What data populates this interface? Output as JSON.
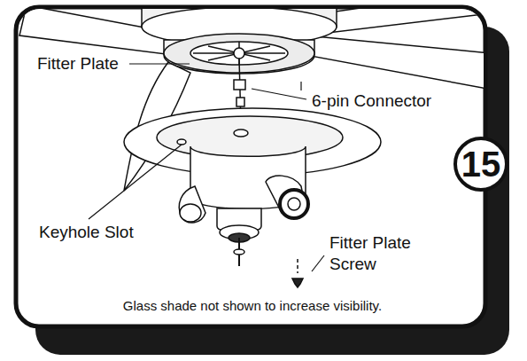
{
  "diagram": {
    "caption": "Glass shade not shown to increase visibility.",
    "nodes": [
      {
        "text": [
          "15"
        ]
      }
    ],
    "labels": [
      "Fitter Plate",
      "6-pin Connector",
      "Keyhole Slot",
      "Fitter Plate Screw"
    ]
  }
}
